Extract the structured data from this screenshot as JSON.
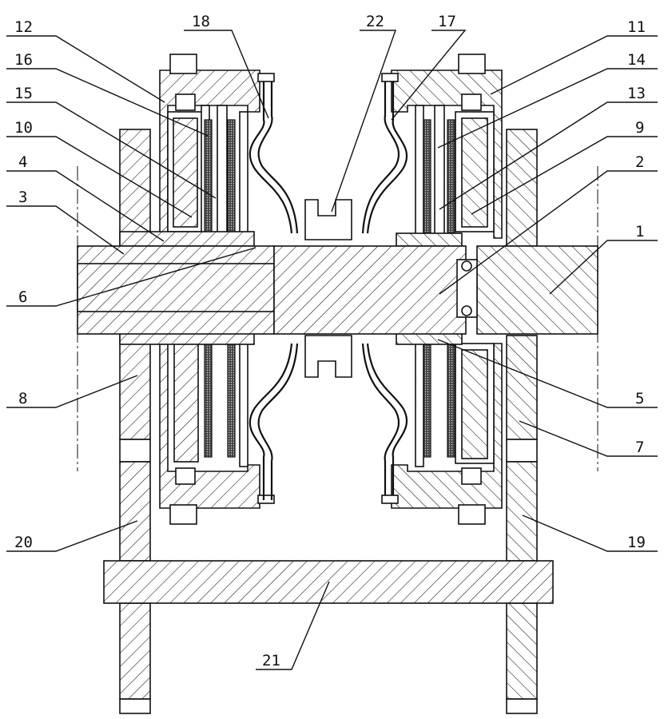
{
  "labels_left": [
    "12",
    "16",
    "15",
    "10",
    "4",
    "3",
    "6",
    "8",
    "20"
  ],
  "labels_right": [
    "11",
    "14",
    "13",
    "9",
    "2",
    "1",
    "5",
    "7",
    "19"
  ],
  "labels_top": [
    "18",
    "22",
    "17"
  ],
  "labels_bottom": [
    "21"
  ]
}
